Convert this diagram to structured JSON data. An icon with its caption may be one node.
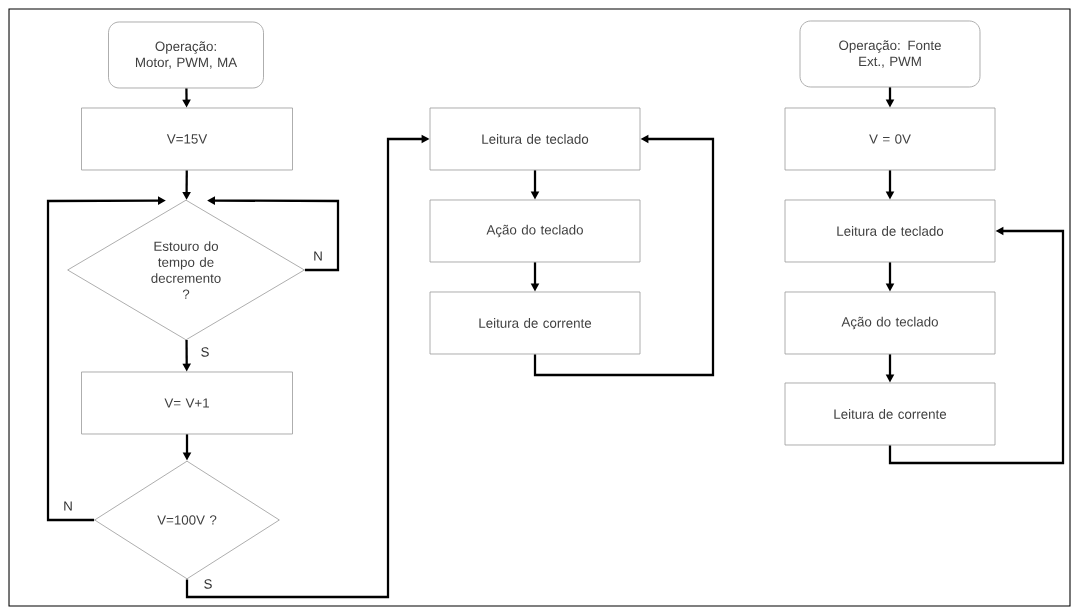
{
  "diagram": {
    "nodes": [
      {
        "text": [
          "Operação: Motor, PWM, MA"
        ]
      },
      {
        "text": [
          "V=15V"
        ]
      },
      {
        "text": [
          "Estouro do tempo de decremento ?"
        ]
      },
      {
        "text": [
          "V= V+1"
        ]
      },
      {
        "text": [
          "V=100V ?"
        ]
      },
      {
        "text": [
          "Leitura de teclado"
        ]
      },
      {
        "text": [
          "Ação do teclado"
        ]
      },
      {
        "text": [
          "Leitura de corrente"
        ]
      },
      {
        "text": [
          "Operação: Fonte Ext., PWM"
        ]
      },
      {
        "text": [
          "V = 0V"
        ]
      },
      {
        "text": [
          "Leitura de teclado"
        ]
      },
      {
        "text": [
          "Ação do teclado"
        ]
      },
      {
        "text": [
          "Leitura de corrente"
        ]
      }
    ],
    "edges": [
      {
        "from": 0,
        "to": 1,
        "arrow": "to"
      },
      {
        "from": 1,
        "to": 2,
        "arrow": "to"
      },
      {
        "from": 2,
        "to": 3,
        "arrow": "to",
        "label": "S"
      },
      {
        "from": 3,
        "to": 4,
        "arrow": "to"
      },
      {
        "from": 4,
        "to": 2,
        "arrow": "to",
        "label": "N"
      },
      {
        "from": 2,
        "to": 2,
        "arrow": "to",
        "label": "N"
      },
      {
        "from": 4,
        "to": 5,
        "arrow": "to",
        "label": "S"
      },
      {
        "from": 5,
        "to": 6,
        "arrow": "to"
      },
      {
        "from": 6,
        "to": 7,
        "arrow": "to"
      },
      {
        "from": 7,
        "to": 5,
        "arrow": "to"
      },
      {
        "from": 8,
        "to": 9,
        "arrow": "to"
      },
      {
        "from": 9,
        "to": 10,
        "arrow": "to"
      },
      {
        "from": 10,
        "to": 11,
        "arrow": "to"
      },
      {
        "from": 11,
        "to": 12,
        "arrow": "to"
      },
      {
        "from": 12,
        "to": 10,
        "arrow": "to"
      }
    ]
  }
}
